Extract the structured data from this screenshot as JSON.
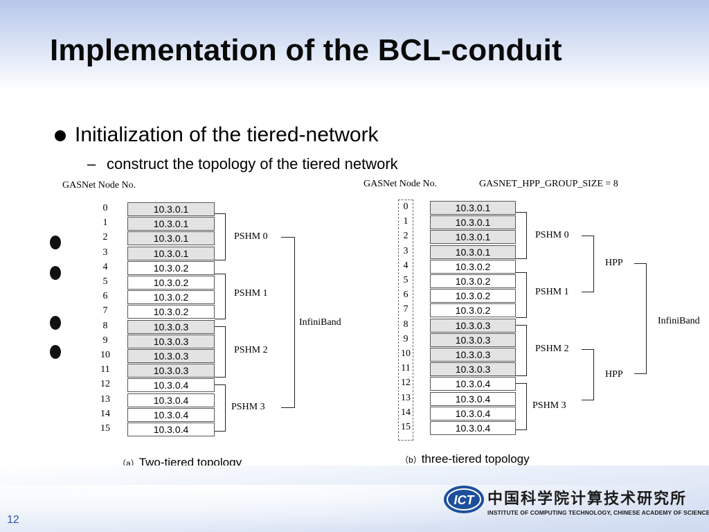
{
  "slide": {
    "title": "Implementation of the BCL-conduit",
    "bullet": "Initialization of the tiered-network",
    "dash": "–",
    "sub_bullet": "construct the topology of the tiered network",
    "page_number": "12"
  },
  "diagram_a": {
    "node_header": "GASNet Node No.",
    "nodes": [
      "0",
      "1",
      "2",
      "3",
      "4",
      "5",
      "6",
      "7",
      "8",
      "9",
      "10",
      "11",
      "12",
      "13",
      "14",
      "15"
    ],
    "addresses": [
      "10.3.0.1",
      "10.3.0.1",
      "10.3.0.1",
      "10.3.0.1",
      "10.3.0.2",
      "10.3.0.2",
      "10.3.0.2",
      "10.3.0.2",
      "10.3.0.3",
      "10.3.0.3",
      "10.3.0.3",
      "10.3.0.3",
      "10.3.0.4",
      "10.3.0.4",
      "10.3.0.4",
      "10.3.0.4"
    ],
    "groups": [
      "PSHM 0",
      "PSHM 1",
      "PSHM 2",
      "PSHM 3"
    ],
    "network": "InfiniBand",
    "caption_open": "（",
    "caption_letter": "a）",
    "caption_text": "Two-tiered topology"
  },
  "diagram_b": {
    "node_header": "GASNet Node No.",
    "group_size_label": "GASNET_HPP_GROUP_SIZE = 8",
    "nodes": [
      "0",
      "1",
      "2",
      "3",
      "4",
      "5",
      "6",
      "7",
      "8",
      "9",
      "10",
      "11",
      "12",
      "13",
      "14",
      "15"
    ],
    "addresses": [
      "10.3.0.1",
      "10.3.0.1",
      "10.3.0.1",
      "10.3.0.1",
      "10.3.0.2",
      "10.3.0.2",
      "10.3.0.2",
      "10.3.0.2",
      "10.3.0.3",
      "10.3.0.3",
      "10.3.0.3",
      "10.3.0.3",
      "10.3.0.4",
      "10.3.0.4",
      "10.3.0.4",
      "10.3.0.4"
    ],
    "groups": [
      "PSHM 0",
      "PSHM 1",
      "PSHM 2",
      "PSHM 3"
    ],
    "hpp_top": "HPP",
    "hpp_bottom": "HPP",
    "network": "InfiniBand",
    "caption_open": "（",
    "caption_letter": "b）",
    "caption_text": "three-tiered topology"
  },
  "footer": {
    "logo_text": "ICT",
    "institute_cn": "中国科学院计算技术研究所",
    "institute_en": "INSTITUTE OF COMPUTING TECHNOLOGY, CHINESE ACADEMY OF SCIENCES"
  },
  "colors": {
    "row_shaded": "#e3e3e3",
    "header_blue": "#b6c7ea",
    "page_number": "#3355aa"
  }
}
